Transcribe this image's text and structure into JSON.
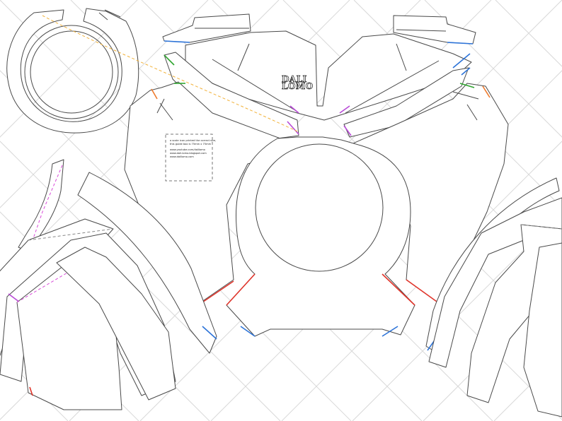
{
  "logo": {
    "line1": "DALI",
    "line2": "LOMO"
  },
  "instructions": {
    "line1": "a scale icon printed the correct size,",
    "line2": "this guide box is 75mm x 75mm",
    "link1": "www.youtube.com/dalilomo",
    "link2": "www.dali-lomo.blogspot.com",
    "link3": "www.dalilomo.com"
  },
  "colors": {
    "part_stroke": "#4a4a4a",
    "grid": "#d9d9d9",
    "seam_red": "#e0342a",
    "seam_blue": "#2c73d8",
    "seam_green": "#2fa52f",
    "seam_purple": "#b84ad6",
    "seam_orange": "#ef7b2d",
    "seam_yellow": "#f2b23a",
    "seam_magenta": "#d94ad9"
  }
}
